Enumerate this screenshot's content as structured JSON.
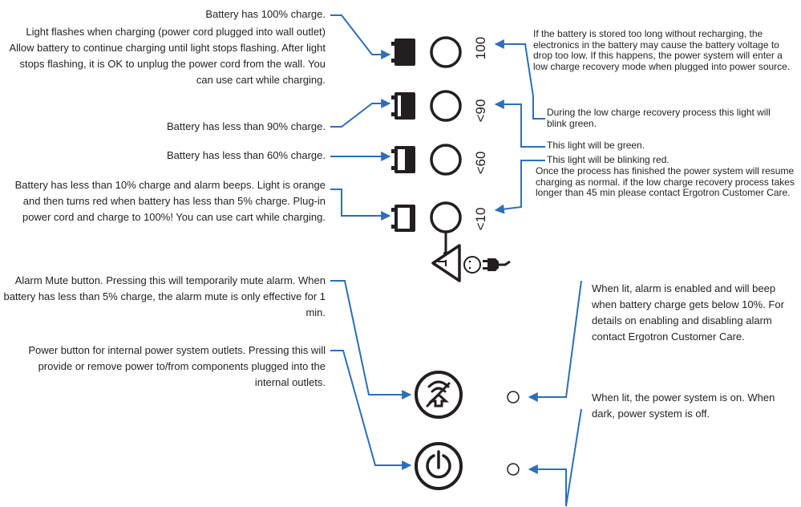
{
  "left_notes": {
    "n100_title": "Battery has 100% charge.",
    "n100_body": "Light flashes when charging (power cord plugged into wall outlet) Allow battery to continue charging until light stops flashing. After light stops flashing, it is OK to unplug the power cord from the wall. You can use cart while charging.",
    "n90": "Battery has less than 90% charge.",
    "n60": "Battery has less than 60% charge.",
    "n10": "Battery has less than 10% charge and alarm beeps. Light is orange and then turns red when battery has less than 5% charge. Plug-in power cord and charge to 100%! You can use cart while charging.",
    "alarm_mute": "Alarm Mute button. Pressing this will temporarily mute alarm. When battery has less than 5% charge, the alarm mute is only effective for 1 min.",
    "power_button": "Power button for internal power system outlets. Pressing this will provide or remove power to/from components plugged into the internal outlets."
  },
  "levels": [
    "100",
    "<90",
    "<60",
    "<10"
  ],
  "right_notes": {
    "storage": "If the battery is stored too long without recharging, the electronics in the battery may  cause the battery voltage to drop too low. If this happens, the power system will enter a low charge recovery mode when plugged into power source.",
    "blink_green": "During the low charge recovery process this light will blink green.",
    "green": "This light will be green.",
    "blink_red": "This light will be blinking red.",
    "finished": "Once the process has finished the power system will resume charging as normal. if the low charge recovery process takes longer than 45 min please contact Ergotron Customer Care.",
    "alarm_lit": "When lit, alarm is enabled and will beep when battery charge gets below 10%. For details on enabling and disabling alarm contact Ergotron Customer Care.",
    "power_lit": "When lit, the power system is on. When dark, power system is off."
  },
  "colors": {
    "arrow": "#2e6eb5",
    "ink": "#231f20"
  }
}
